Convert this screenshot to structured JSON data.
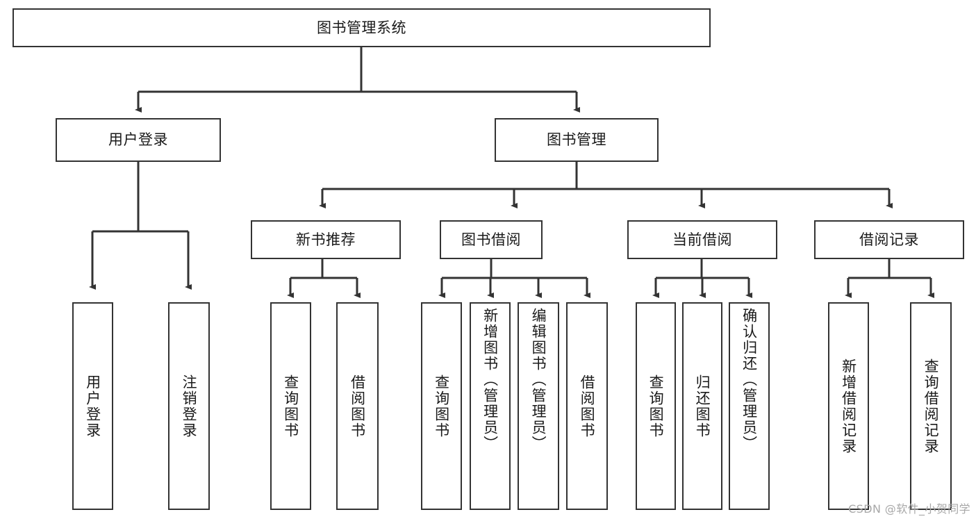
{
  "diagram": {
    "title": "图书管理系统",
    "root": {
      "id": "root",
      "label": "图书管理系统"
    },
    "level2": [
      {
        "id": "user-login",
        "label": "用户登录"
      },
      {
        "id": "book-manage",
        "label": "图书管理"
      }
    ],
    "level3": [
      {
        "id": "new-book-recommend",
        "label": "新书推荐",
        "parent": "book-manage"
      },
      {
        "id": "book-borrow",
        "label": "图书借阅",
        "parent": "book-manage"
      },
      {
        "id": "current-borrow",
        "label": "当前借阅",
        "parent": "book-manage"
      },
      {
        "id": "borrow-record",
        "label": "借阅记录",
        "parent": "book-manage"
      }
    ],
    "leaves": {
      "user_login": [
        {
          "id": "leaf-user-login",
          "label": "用户登录"
        },
        {
          "id": "leaf-logout",
          "label": "注销登录"
        }
      ],
      "new_book_recommend": [
        {
          "id": "leaf-query-book-1",
          "label": "查询图书"
        },
        {
          "id": "leaf-borrow-book-1",
          "label": "借阅图书"
        }
      ],
      "book_borrow": [
        {
          "id": "leaf-query-book-2",
          "label": "查询图书"
        },
        {
          "id": "leaf-add-book",
          "label": "新增图书（管理员）"
        },
        {
          "id": "leaf-edit-book",
          "label": "编辑图书（管理员）"
        },
        {
          "id": "leaf-borrow-book-2",
          "label": "借阅图书"
        }
      ],
      "current_borrow": [
        {
          "id": "leaf-query-book-3",
          "label": "查询图书"
        },
        {
          "id": "leaf-return-book",
          "label": "归还图书"
        },
        {
          "id": "leaf-confirm-return",
          "label": "确认归还（管理员）"
        }
      ],
      "borrow_record": [
        {
          "id": "leaf-add-record",
          "label": "新增借阅记录"
        },
        {
          "id": "leaf-query-record",
          "label": "查询借阅记录"
        }
      ]
    },
    "colors": {
      "stroke": "#333333",
      "fill": "#ffffff",
      "text": "#1a1a1a",
      "watermark": "#a8a8a8"
    }
  },
  "watermark": {
    "text": "CSDN @软件_小贺同学"
  }
}
